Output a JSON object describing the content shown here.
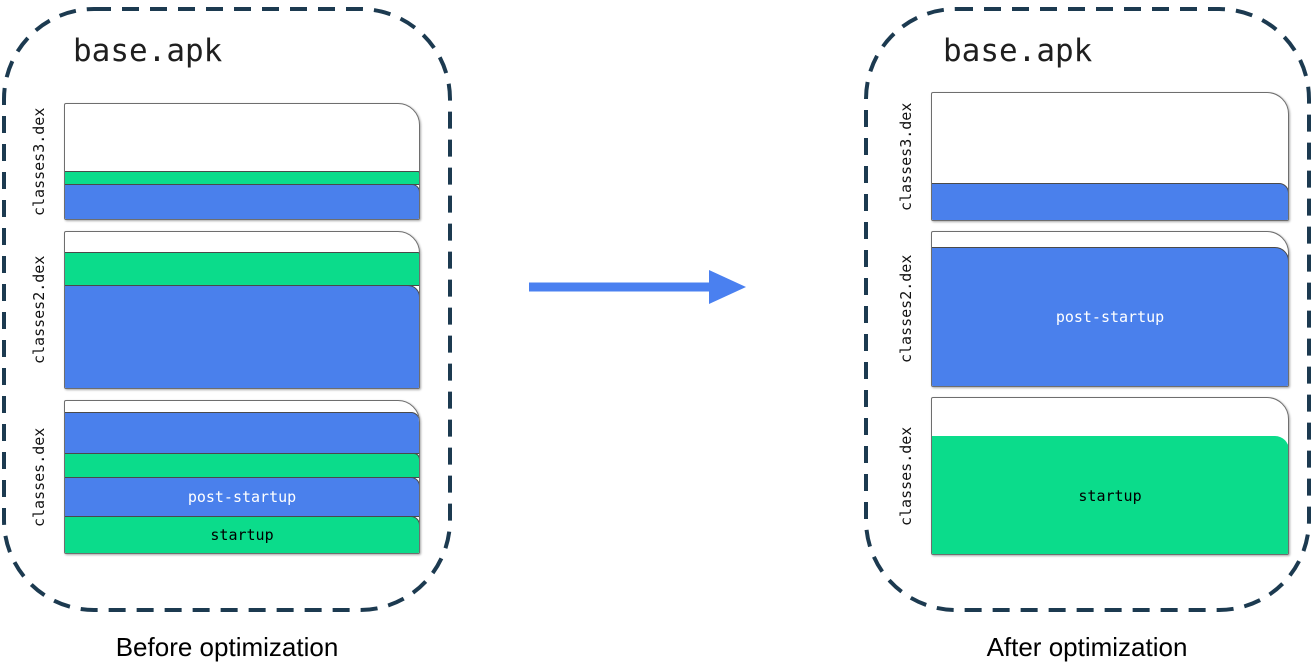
{
  "colors": {
    "blue": "#4a80ec",
    "green": "#0bdc8b",
    "arrow": "#4a80f0",
    "container_border": "#1c3a50"
  },
  "before": {
    "title": "base.apk",
    "caption": "Before optimization",
    "files": [
      {
        "name": "classes3.dex",
        "bands": [
          {
            "color": "green"
          },
          {
            "color": "blue"
          }
        ]
      },
      {
        "name": "classes2.dex",
        "bands": [
          {
            "color": "green"
          },
          {
            "color": "blue"
          }
        ]
      },
      {
        "name": "classes.dex",
        "bands": [
          {
            "color": "blue"
          },
          {
            "color": "green"
          },
          {
            "color": "blue",
            "label": "post-startup"
          },
          {
            "color": "green",
            "label": "startup"
          }
        ]
      }
    ]
  },
  "after": {
    "title": "base.apk",
    "caption": "After optimization",
    "files": [
      {
        "name": "classes3.dex",
        "bands": [
          {
            "color": "blue"
          }
        ]
      },
      {
        "name": "classes2.dex",
        "bands": [
          {
            "color": "blue",
            "label": "post-startup"
          }
        ]
      },
      {
        "name": "classes.dex",
        "bands": [
          {
            "color": "green",
            "label": "startup"
          }
        ]
      }
    ]
  }
}
